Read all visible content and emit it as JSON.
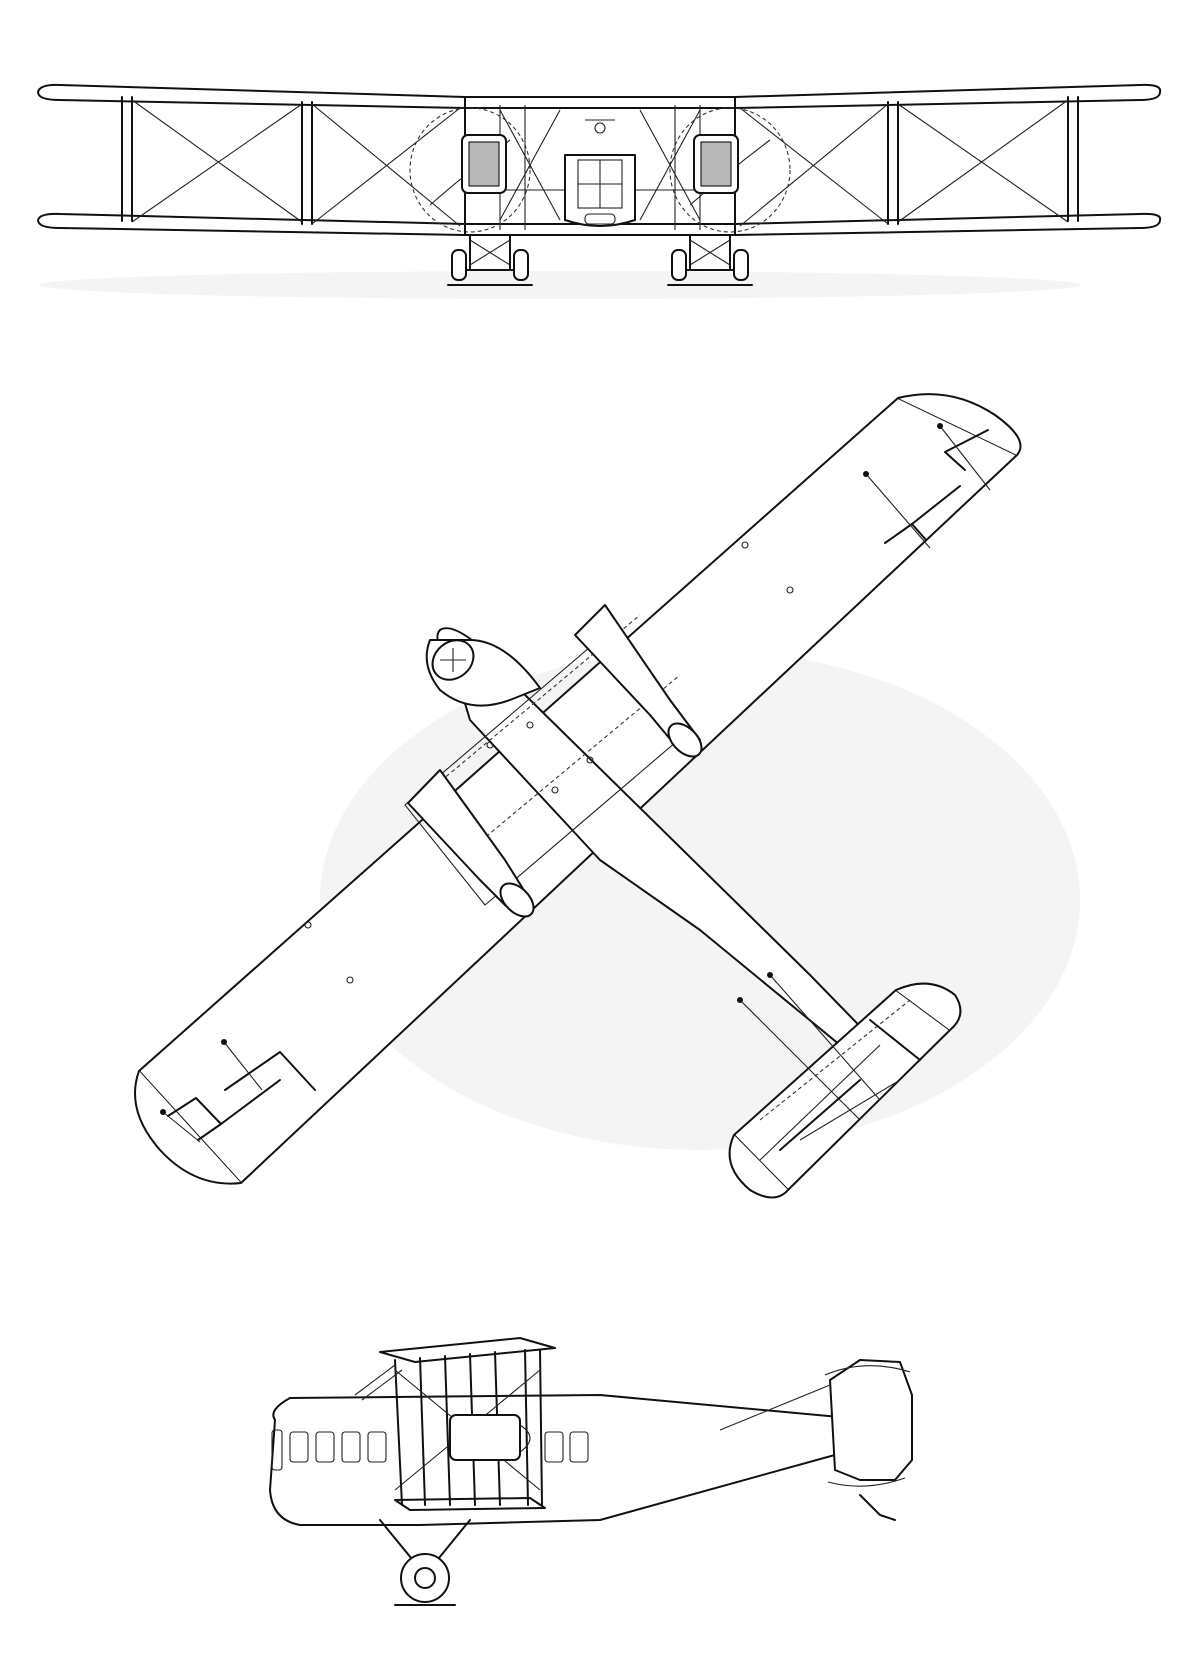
{
  "views": [
    {
      "id": "front",
      "name": "front-view"
    },
    {
      "id": "plan",
      "name": "plan-view"
    },
    {
      "id": "side",
      "name": "side-view"
    }
  ],
  "colors": {
    "ink": "#111111",
    "paper": "#ffffff",
    "radiator_shade": "#b8b8b8",
    "print_smudge": "#ececec"
  }
}
